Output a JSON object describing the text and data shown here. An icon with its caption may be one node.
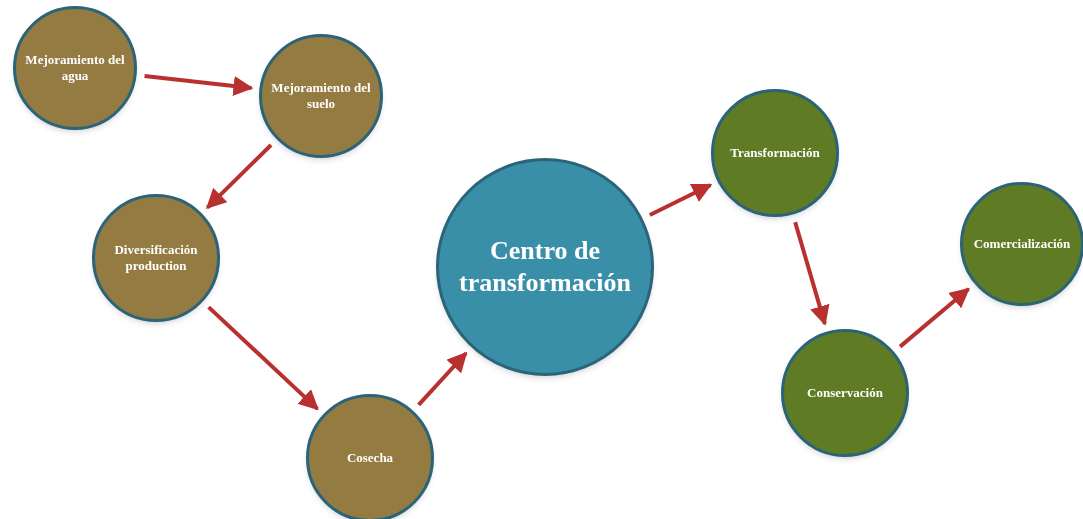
{
  "diagram": {
    "nodes": [
      {
        "text": [
          "Mejoramiento del agua"
        ]
      },
      {
        "text": [
          "Mejoramiento del suelo"
        ]
      },
      {
        "text": [
          "Diversificación production"
        ]
      },
      {
        "text": [
          "Cosecha"
        ]
      },
      {
        "text": [
          "Centro de transformación"
        ]
      },
      {
        "text": [
          "Transformación"
        ]
      },
      {
        "text": [
          "Conservación"
        ]
      },
      {
        "text": [
          "Comercialización"
        ]
      }
    ],
    "edges": [
      {
        "from": 0,
        "to": 1,
        "arrow": "to"
      },
      {
        "from": 1,
        "to": 2,
        "arrow": "to"
      },
      {
        "from": 2,
        "to": 3,
        "arrow": "to"
      },
      {
        "from": 3,
        "to": 4,
        "arrow": "to"
      },
      {
        "from": 4,
        "to": 5,
        "arrow": "to"
      },
      {
        "from": 5,
        "to": 6,
        "arrow": "to"
      },
      {
        "from": 6,
        "to": 7,
        "arrow": "to"
      }
    ]
  }
}
